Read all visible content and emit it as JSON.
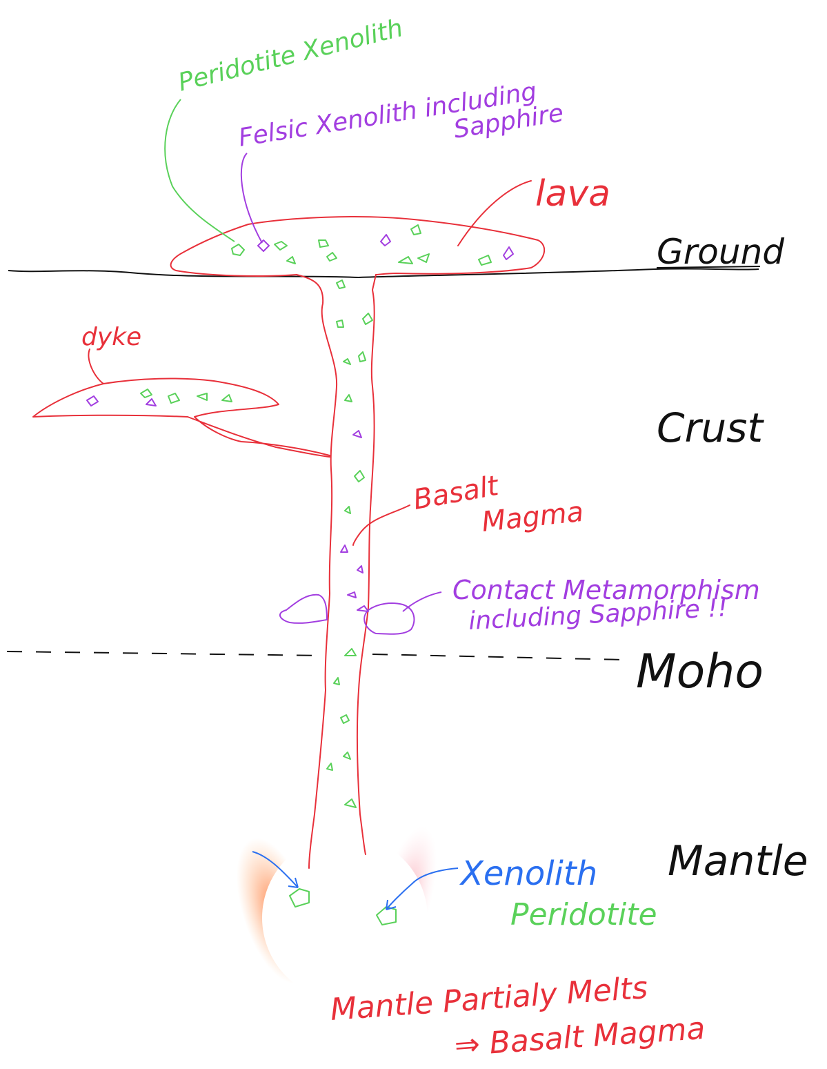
{
  "colors": {
    "magma": "#e8303a",
    "peridotite": "#5ad15a",
    "felsic": "#a23ee0",
    "xenolith_arrow": "#2a6ff0",
    "boundary": "#111111"
  },
  "layers": {
    "ground": "Ground",
    "crust": "Crust",
    "moho": "Moho",
    "mantle": "Mantle"
  },
  "labels": {
    "peridotite_xenolith": "Peridotite Xenolith",
    "felsic_line1": "Felsic Xenolith including",
    "felsic_line2": "Sapphire",
    "lava": "lava",
    "dyke": "dyke",
    "basalt_line1": "Basalt",
    "basalt_line2": "Magma",
    "contact_line1": "Contact Metamorphism",
    "contact_line2": "including Sapphire !!",
    "xenolith": "Xenolith",
    "peridotite": "Peridotite",
    "partial_line1": "Mantle Partialy Melts",
    "partial_line2": "⇒ Basalt Magma"
  }
}
